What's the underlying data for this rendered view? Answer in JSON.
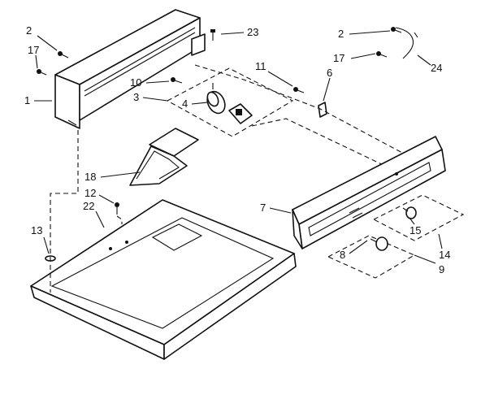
{
  "diagram": {
    "callouts": [
      {
        "id": "c2a",
        "text": "2"
      },
      {
        "id": "c17a",
        "text": "17"
      },
      {
        "id": "c1",
        "text": "1"
      },
      {
        "id": "c23",
        "text": "23"
      },
      {
        "id": "c10",
        "text": "10"
      },
      {
        "id": "c3",
        "text": "3"
      },
      {
        "id": "c4",
        "text": "4"
      },
      {
        "id": "c11",
        "text": "11"
      },
      {
        "id": "c6",
        "text": "6"
      },
      {
        "id": "c2b",
        "text": "2"
      },
      {
        "id": "c17b",
        "text": "17"
      },
      {
        "id": "c24",
        "text": "24"
      },
      {
        "id": "c18",
        "text": "18"
      },
      {
        "id": "c12",
        "text": "12"
      },
      {
        "id": "c22",
        "text": "22"
      },
      {
        "id": "c13",
        "text": "13"
      },
      {
        "id": "c7",
        "text": "7"
      },
      {
        "id": "c15",
        "text": "15"
      },
      {
        "id": "c14",
        "text": "14"
      },
      {
        "id": "c8",
        "text": "8"
      },
      {
        "id": "c9",
        "text": "9"
      }
    ]
  }
}
